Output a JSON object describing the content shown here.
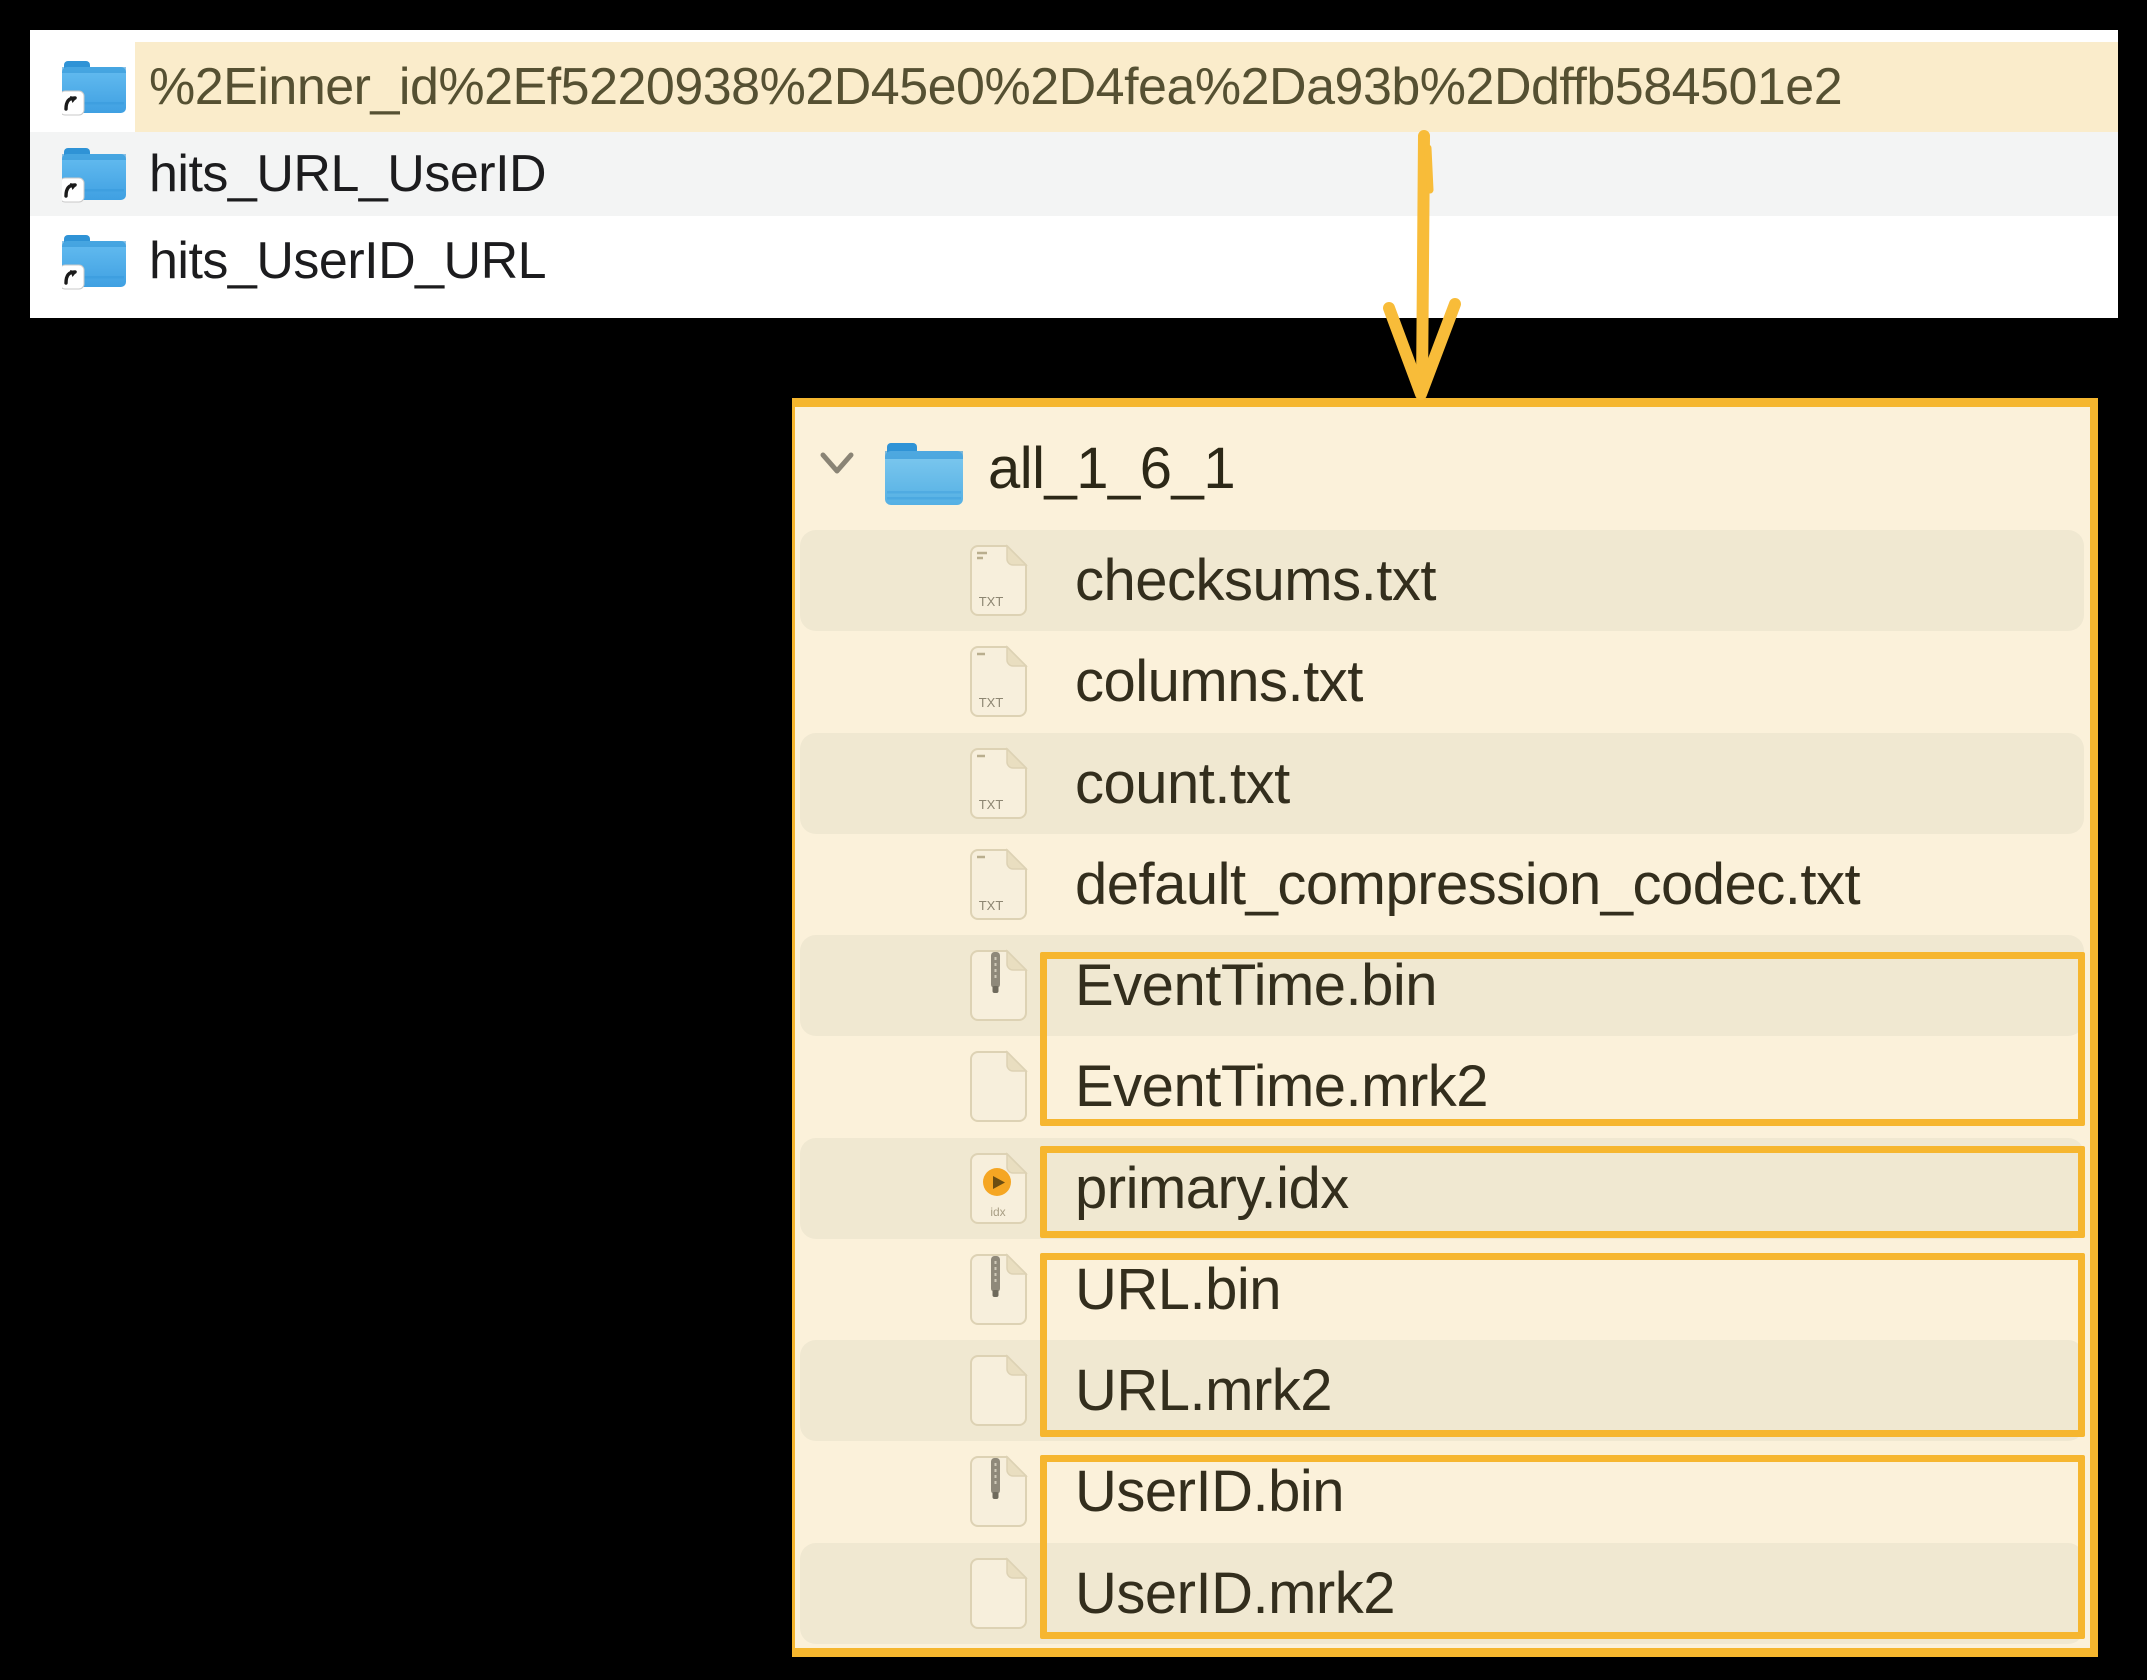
{
  "top_panel": {
    "rows": [
      {
        "label": "%2Einner_id%2Ef5220938%2D45e0%2D4fea%2Da93b%2Ddffb584501e2",
        "highlighted": true
      },
      {
        "label": "hits_URL_UserID",
        "highlighted": false
      },
      {
        "label": "hits_UserID_URL",
        "highlighted": false
      }
    ]
  },
  "annotation": {
    "arrow_color": "#f8bc39",
    "box_color": "#f6b62f"
  },
  "tree_panel": {
    "root": {
      "label": "all_1_6_1"
    },
    "files": [
      {
        "label": "checksums.txt",
        "icon": "txt"
      },
      {
        "label": "columns.txt",
        "icon": "txt"
      },
      {
        "label": "count.txt",
        "icon": "txt"
      },
      {
        "label": "default_compression_codec.txt",
        "icon": "txt"
      },
      {
        "label": "EventTime.bin",
        "icon": "bin"
      },
      {
        "label": "EventTime.mrk2",
        "icon": "blank"
      },
      {
        "label": "primary.idx",
        "icon": "idx"
      },
      {
        "label": "URL.bin",
        "icon": "bin"
      },
      {
        "label": "URL.mrk2",
        "icon": "blank"
      },
      {
        "label": "UserID.bin",
        "icon": "bin"
      },
      {
        "label": "UserID.mrk2",
        "icon": "blank"
      }
    ]
  },
  "icons": {
    "txt_label": "TXT",
    "idx_label": "idx"
  },
  "colors": {
    "panel1_highlight": "#faeccb",
    "panel2_background": "#fbf1da",
    "panel2_alt_row": "#f0e8d1",
    "folder_blue": "#4aa9e6"
  }
}
